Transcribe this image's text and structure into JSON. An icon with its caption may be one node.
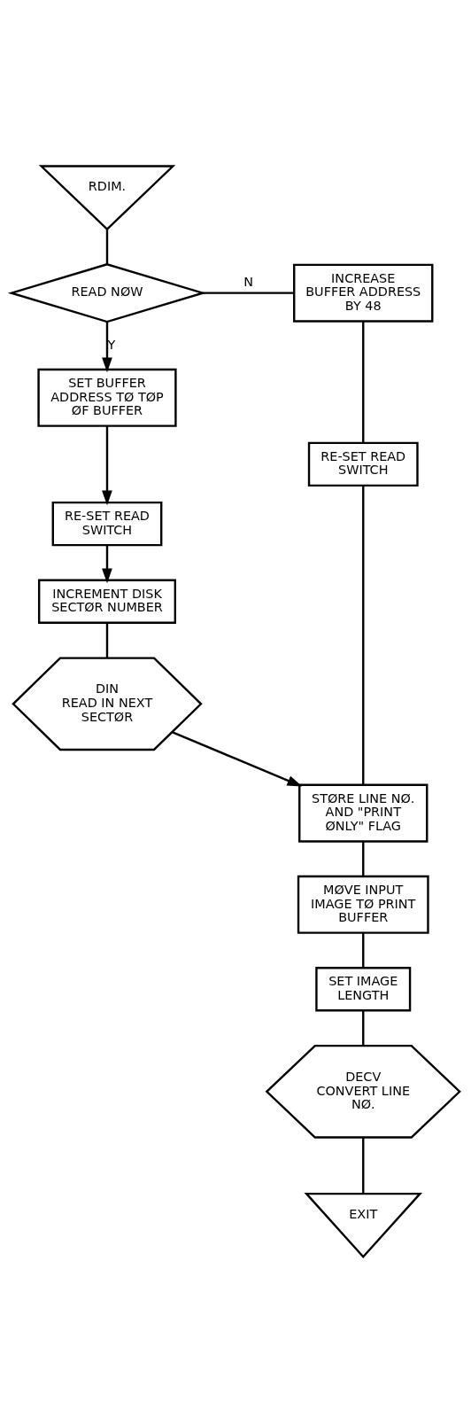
{
  "diagram": {
    "nodes": [
      {
        "text": [
          "RDIM."
        ]
      },
      {
        "text": [
          "READ NØW"
        ]
      },
      {
        "text": [
          "INCREASE BUFFER ADDRESS BY 48"
        ]
      },
      {
        "text": [
          "RE-SET READ SWITCH"
        ]
      },
      {
        "text": [
          "SET BUFFER ADDRESS TØ TØP ØF BUFFER"
        ]
      },
      {
        "text": [
          "RE-SET READ SWITCH"
        ]
      },
      {
        "text": [
          "INCREMENT DISK SECTØR NUMBER"
        ]
      },
      {
        "text": [
          "DIN",
          "READ IN NEXT SECTØR"
        ]
      },
      {
        "text": [
          "STØRE LINE NØ. AND \"PRINT ØNLY\" FLAG"
        ]
      },
      {
        "text": [
          "MØVE INPUT IMAGE TØ PRINT BUFFER"
        ]
      },
      {
        "text": [
          "SET IMAGE LENGTH"
        ]
      },
      {
        "text": [
          "DECV",
          "CONVERT LINE NØ."
        ]
      },
      {
        "text": [
          "EXIT"
        ]
      }
    ],
    "edges": [
      {
        "from": 0,
        "to": 1,
        "arrow": "none"
      },
      {
        "from": 1,
        "to": 2,
        "arrow": "none",
        "label": "N"
      },
      {
        "from": 1,
        "to": 4,
        "arrow": "to",
        "label": "Y"
      },
      {
        "from": 2,
        "to": 3,
        "arrow": "none"
      },
      {
        "from": 3,
        "to": 8,
        "arrow": "none"
      },
      {
        "from": 4,
        "to": 5,
        "arrow": "to"
      },
      {
        "from": 5,
        "to": 6,
        "arrow": "to"
      },
      {
        "from": 6,
        "to": 7,
        "arrow": "none"
      },
      {
        "from": 7,
        "to": 8,
        "arrow": "to"
      },
      {
        "from": 8,
        "to": 9,
        "arrow": "none"
      },
      {
        "from": 9,
        "to": 10,
        "arrow": "none"
      },
      {
        "from": 10,
        "to": 11,
        "arrow": "none"
      },
      {
        "from": 11,
        "to": 12,
        "arrow": "none"
      }
    ]
  }
}
